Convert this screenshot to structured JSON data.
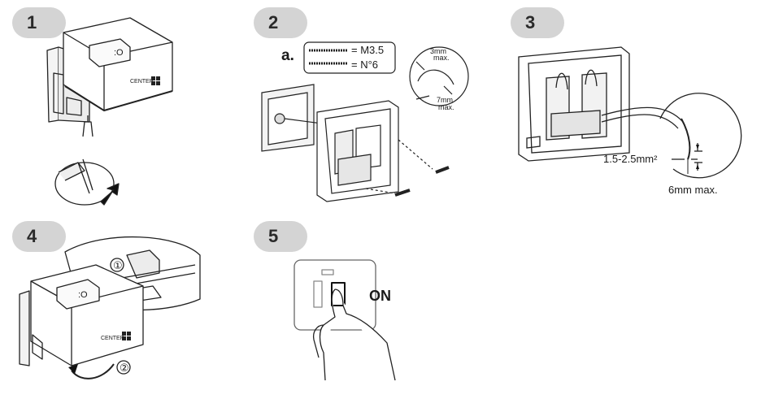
{
  "steps": [
    {
      "number": "1"
    },
    {
      "number": "2"
    },
    {
      "number": "3"
    },
    {
      "number": "4"
    },
    {
      "number": "5"
    }
  ],
  "step1": {
    "logo_text": "CENTER"
  },
  "step2": {
    "sub_label": "a.",
    "screw_small": "= M3.5",
    "screw_large": "= N°6",
    "limit_top_value": "3mm",
    "limit_top_unit": "max.",
    "limit_bottom_value": "7mm",
    "limit_bottom_unit": "max."
  },
  "step3": {
    "wire_section": "1.5-2.5mm²",
    "strip_length": "6mm max."
  },
  "step4": {
    "logo_text": "CENTER",
    "callout_1": "①",
    "callout_2": "②"
  },
  "step5": {
    "switch_state": "ON"
  }
}
